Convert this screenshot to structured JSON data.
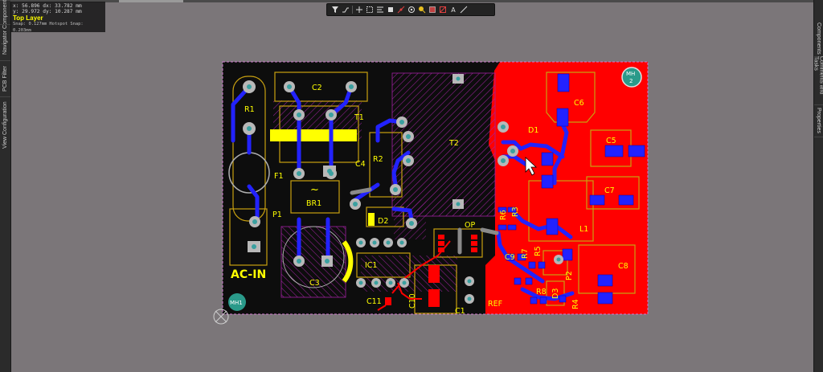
{
  "hud": {
    "line1": "x: 56.896   dx: 33.782  mm",
    "line2": "y: 29.972   dy: 10.287  mm",
    "layer": "Top Layer",
    "snap": "Snap: 0.127mm Hotspot Snap: 0.203mm"
  },
  "left_panels": [
    "Components",
    "Navigator",
    "PCB Filter",
    "View Configuration"
  ],
  "right_panels": [
    "Components",
    "Comments and Tasks",
    "Properties"
  ],
  "toolbar": [
    "filter-icon",
    "route-icon",
    "cross-icon",
    "select-rect-icon",
    "align-icon",
    "component-icon",
    "interactive-route-icon",
    "via-icon",
    "highlight-icon",
    "polygon-icon",
    "keepout-icon",
    "text-icon",
    "line-icon"
  ],
  "toolbar_text": {
    "text_tool": "A"
  },
  "colors": {
    "workspace": "#7b7679",
    "board": "#0d0d0d",
    "top_copper": "#ff0000",
    "bottom_copper": "#2222ff",
    "silkscreen": "#ffff00",
    "overlay_outline": "#c8a010",
    "keepout": "#a021a0",
    "pad": "#b8b8b8",
    "hole": "#3aa0a0"
  },
  "board": {
    "designators": {
      "R1": "R1",
      "C2": "C2",
      "T1": "T1",
      "F1": "F1",
      "P1": "P1",
      "BR1": "BR1",
      "C3": "C3",
      "IC1": "IC1",
      "C4": "C4",
      "R2": "R2",
      "D2": "D2",
      "T2": "T2",
      "OP": "OP",
      "C11": "C11",
      "C10": "C10",
      "C1": "C1",
      "REF": "REF",
      "C6": "C6",
      "D1": "D1",
      "C5": "C5",
      "C7": "C7",
      "L1": "L1",
      "C8": "C8",
      "R6": "R6",
      "R3": "R3",
      "C9": "C9",
      "R7": "R7",
      "R5": "R5",
      "R8": "R8",
      "D3": "D3",
      "R4": "R4",
      "P2": "P2"
    },
    "ac_in": "AC-IN",
    "bridge_symbol": "~",
    "mh1": "MH1",
    "mh2": "MH",
    "mh2_sub": "2"
  }
}
